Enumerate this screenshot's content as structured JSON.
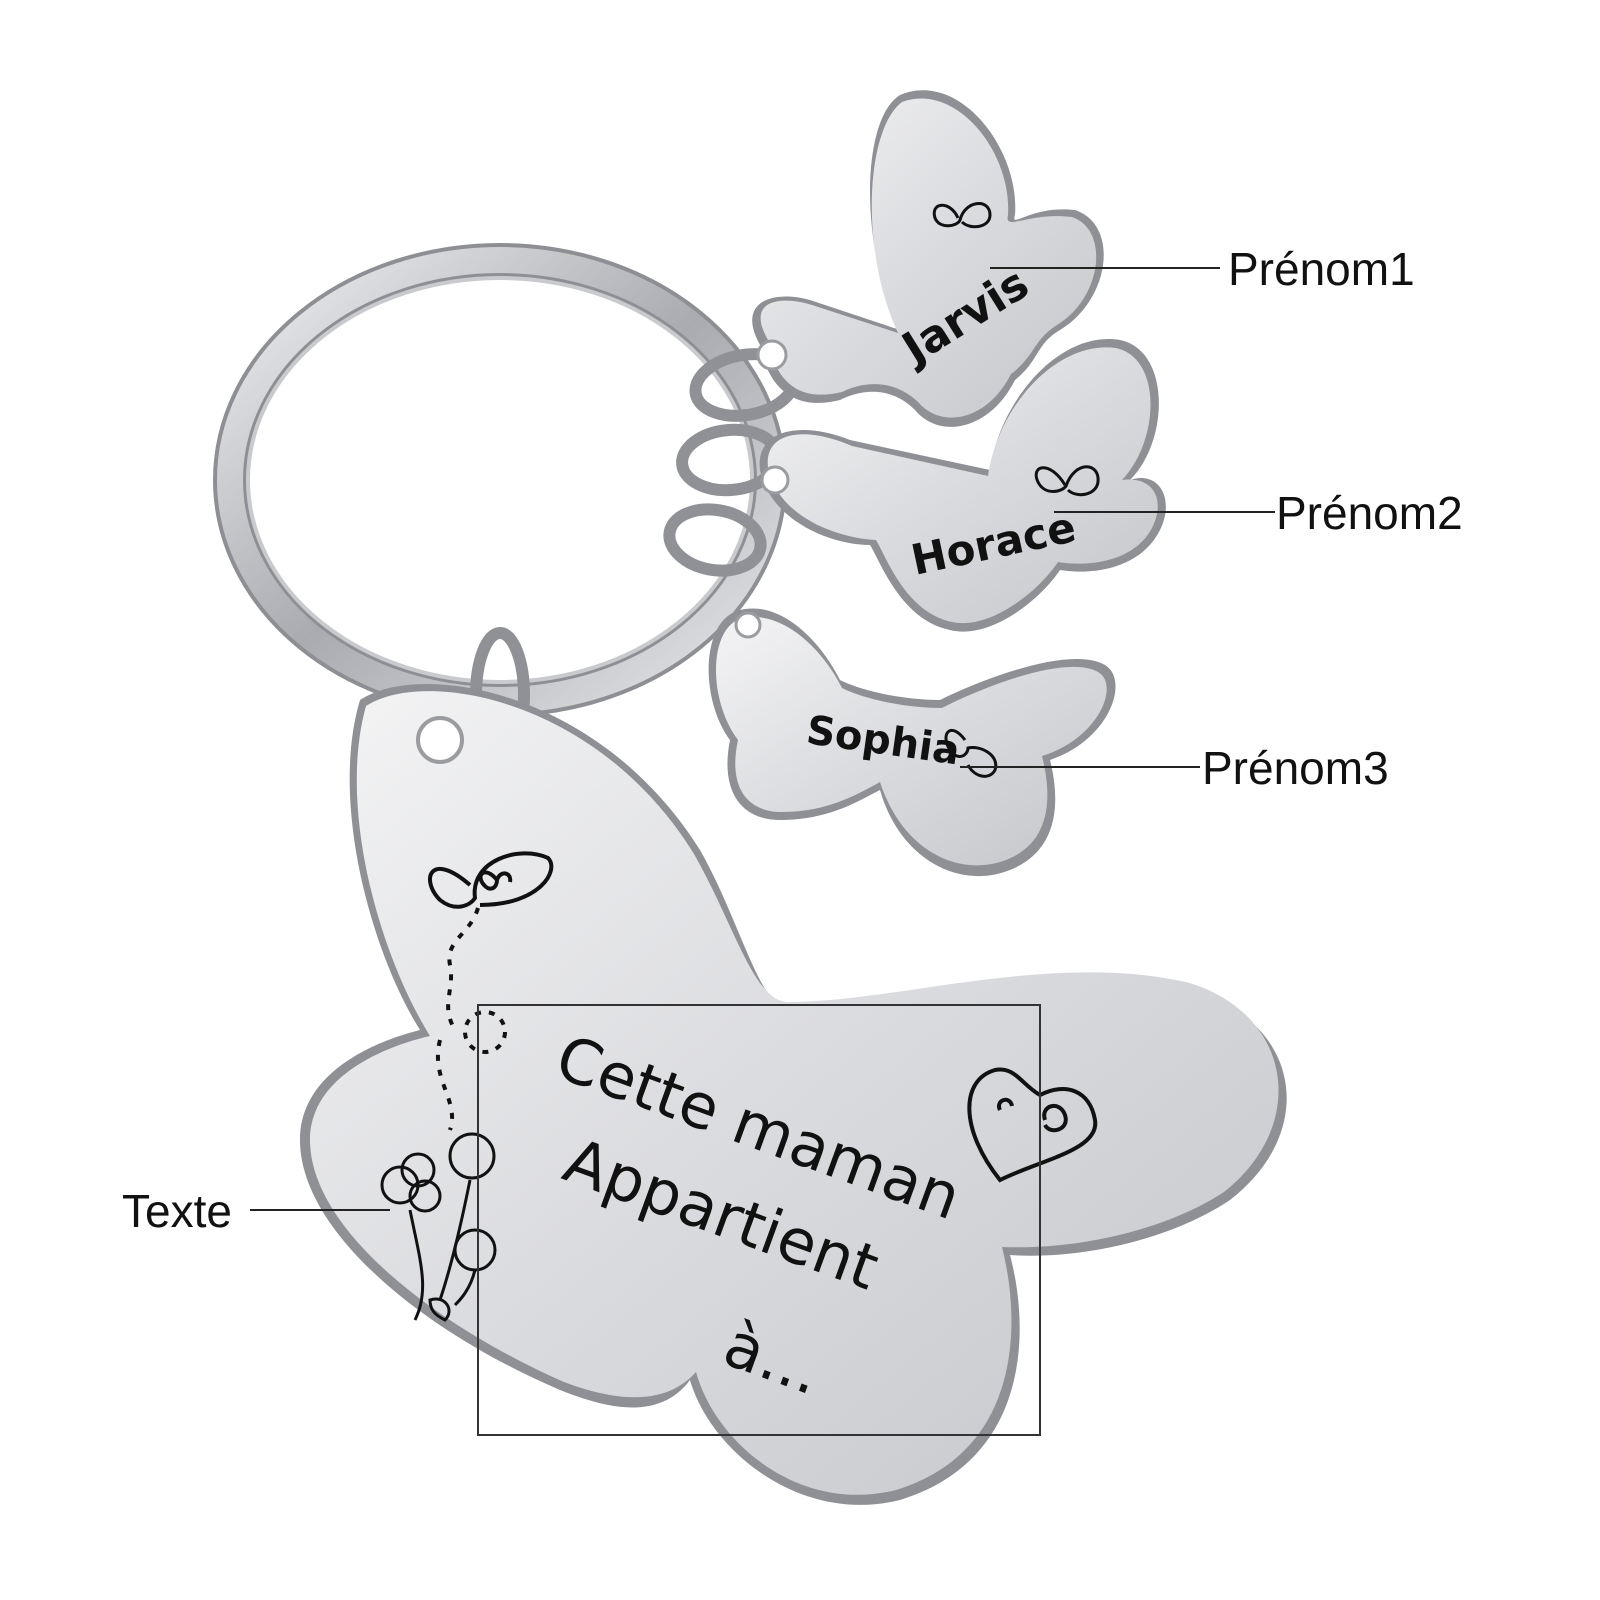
{
  "callouts": {
    "name1": "Prénom1",
    "name2": "Prénom2",
    "name3": "Prénom3",
    "text": "Texte"
  },
  "charms": {
    "name1": "Jarvis",
    "name2": "Horace",
    "name3": "Sophia"
  },
  "main_tag": {
    "line1": "Cette maman",
    "line2": "Appartient",
    "line3": "à..."
  },
  "colors": {
    "metal": "#d9dadc",
    "metal_edge": "#8e9095",
    "engraving": "#111111"
  },
  "icons": [
    "butterfly-icon",
    "heart-icon",
    "flower-icon",
    "key-ring-icon"
  ]
}
